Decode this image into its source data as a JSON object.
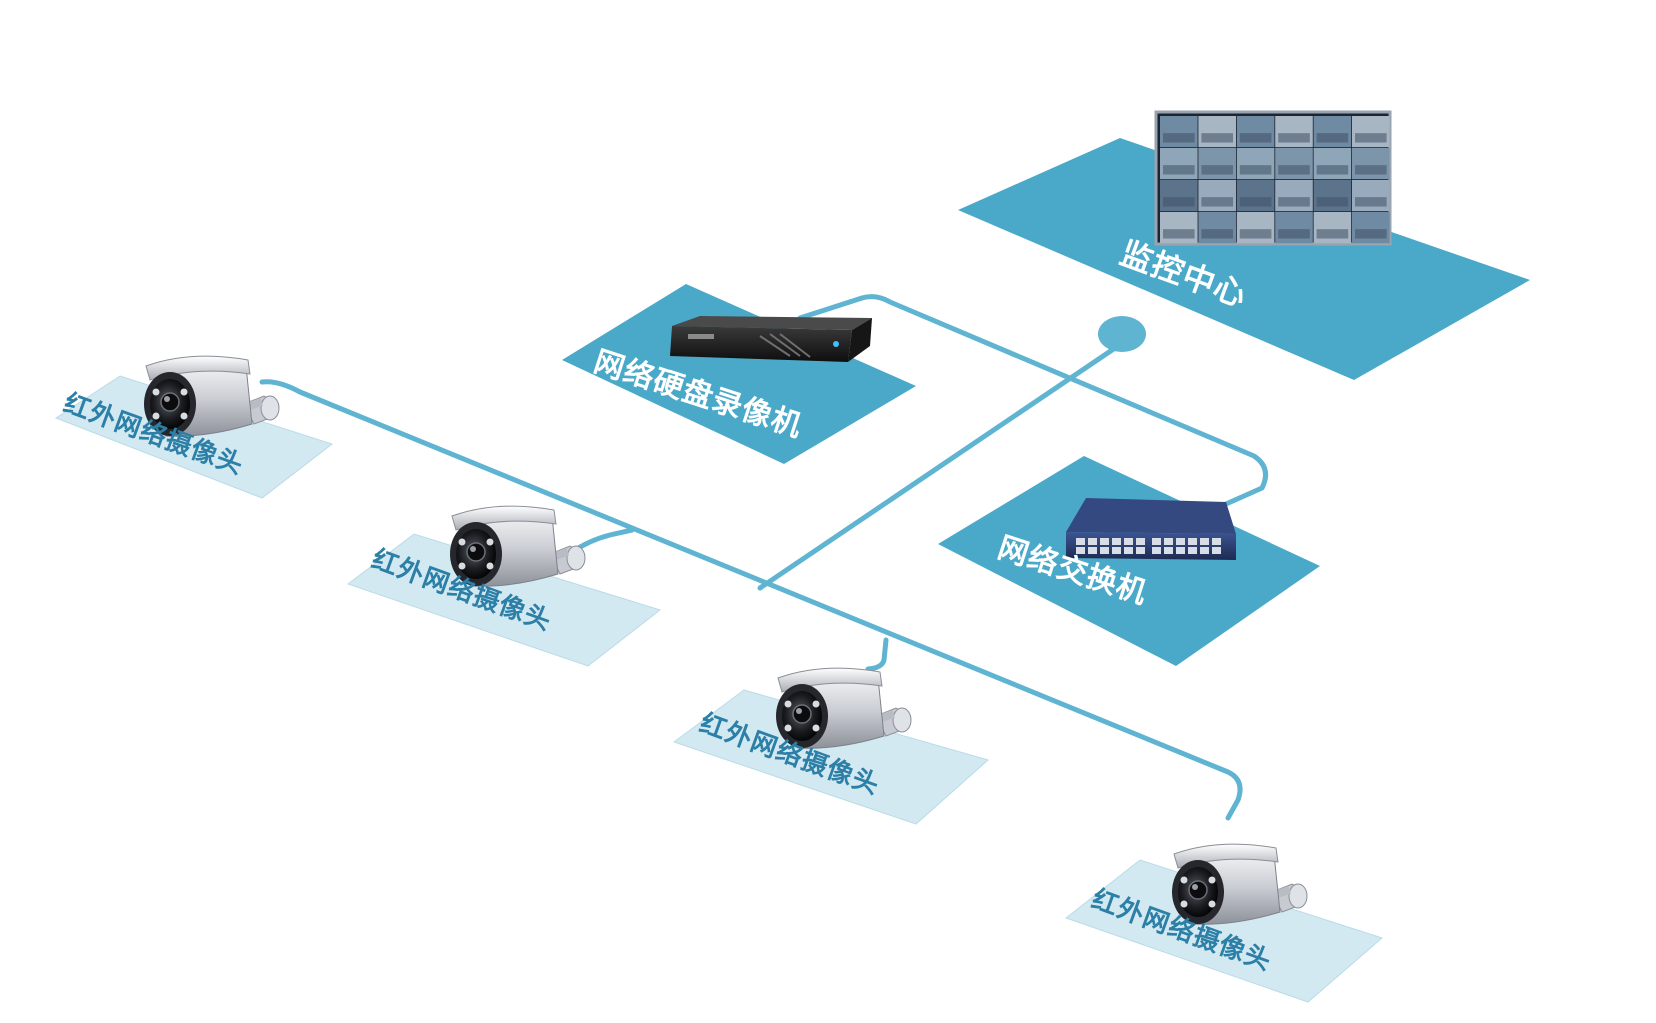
{
  "labels": {
    "monitor_center": "监控中心",
    "nvr": "网络硬盘录像机",
    "switch": "网络交换机",
    "cameras": [
      "红外网络摄像头",
      "红外网络摄像头",
      "红外网络摄像头",
      "红外网络摄像头"
    ]
  },
  "colors": {
    "background": "#ffffff",
    "platform_blue": "#4aa9c9",
    "platform_light": "#d2e9f2",
    "cable": "#5fb4d2",
    "label_on_dark": "#ffffff",
    "label_on_light": "#2c7fa6",
    "device_dark": "#1f1f1f",
    "switch_blue": "#2c3f72"
  },
  "icons": {
    "monitor_wall": "video-wall-icon",
    "nvr": "nvr-recorder-icon",
    "switch": "network-switch-icon",
    "camera": "bullet-camera-icon",
    "junction": "network-junction-icon"
  }
}
